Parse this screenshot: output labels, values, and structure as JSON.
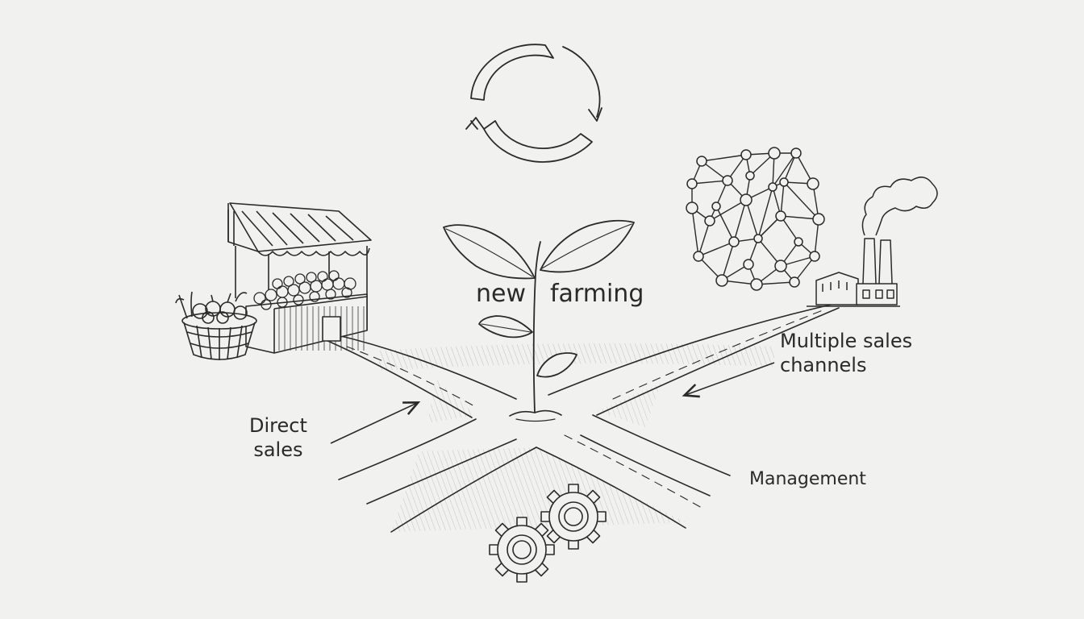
{
  "colors": {
    "background": "#f1f1f0",
    "ink": "#2a2a2a",
    "shade": "#8a8a8a"
  },
  "labels": {
    "center_word_1": "new",
    "center_word_2": "farming",
    "direct_sales_line1": "Direct",
    "direct_sales_line2": "sales",
    "multi_channel_line1": "Multiple sales",
    "multi_channel_line2": "channels",
    "management": "Management"
  },
  "icons": {
    "cycle": "recycle-arrows-icon",
    "network": "network-graph-icon",
    "factory": "factory-icon",
    "market": "market-stall-icon",
    "basket": "vegetable-basket-icon",
    "sprout": "seedling-icon",
    "gears": "gears-icon"
  }
}
